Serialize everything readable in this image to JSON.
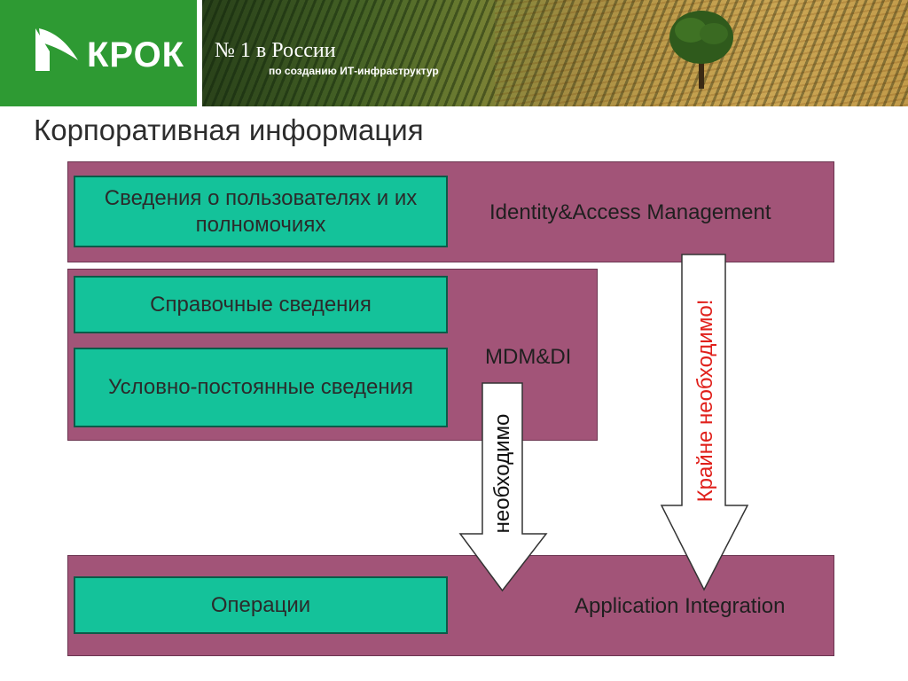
{
  "header": {
    "logo_text": "КРОК",
    "title": "№ 1 в России",
    "subtitle": "по созданию ИТ-инфраструктур"
  },
  "page_title": "Корпоративная информация",
  "layers": {
    "iam": {
      "label": "Identity&Access Management",
      "cards": [
        "Сведения о пользователях и их полномочиях"
      ]
    },
    "mdm": {
      "label": "MDM&DI",
      "cards": [
        "Справочные сведения",
        "Условно-постоянные сведения"
      ]
    },
    "app": {
      "label": "Application Integration",
      "cards": [
        "Операции"
      ]
    }
  },
  "arrows": {
    "needed": "необходимо",
    "critical": "Крайне необходимо!"
  },
  "colors": {
    "layer": "#a25478",
    "card": "#14c29a",
    "critical_text": "#e0201b",
    "logo_bg": "#2e9a33"
  }
}
